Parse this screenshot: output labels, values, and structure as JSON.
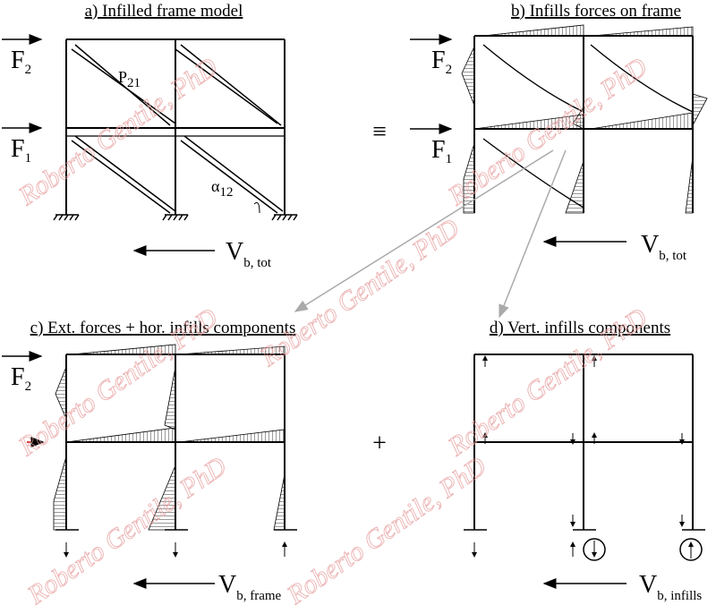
{
  "panels": {
    "a": {
      "title": "a) Infilled frame model",
      "strut_label": "P",
      "strut_sub": "21",
      "angle_label": "α",
      "angle_sub": "12"
    },
    "b": {
      "title": "b) Infills forces on frame"
    },
    "c": {
      "title": "c) Ext. forces + hor. infills components"
    },
    "d": {
      "title": "d) Vert. infills components"
    }
  },
  "forces": {
    "f_main": "F",
    "f2_sub": "2",
    "f1_sub": "1"
  },
  "base_shear": {
    "v_main": "V",
    "tot_sub": "b, tot",
    "frame_sub": "b, frame",
    "infills_sub": "b, infills"
  },
  "operators": {
    "equivalence": "≡",
    "plus": "+"
  },
  "watermark": "Roberto Gentile, PhD"
}
